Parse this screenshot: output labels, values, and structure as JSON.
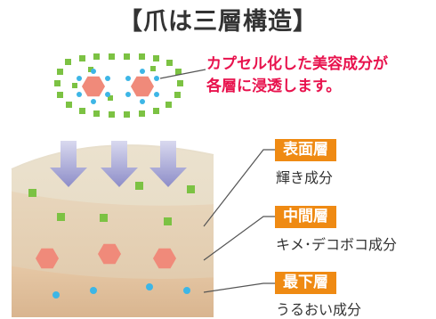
{
  "title": "【爪は三層構造】",
  "capsule_text": {
    "line1": "カプセル化した美容成分が",
    "line2": "各層に浸透します。"
  },
  "layers": [
    {
      "name": "表面層",
      "component": "輝き成分"
    },
    {
      "name": "中間層",
      "component": "キメ･デコボコ成分"
    },
    {
      "name": "最下層",
      "component": "うるおい成分"
    }
  ],
  "colors": {
    "title": "#333333",
    "accent_text": "#e8124d",
    "badge": "#ef8a13",
    "green_square": "#7cc243",
    "hexagon": "#f08a7a",
    "blue_dot": "#3db6e6",
    "arrow": "#8d8dc8"
  }
}
